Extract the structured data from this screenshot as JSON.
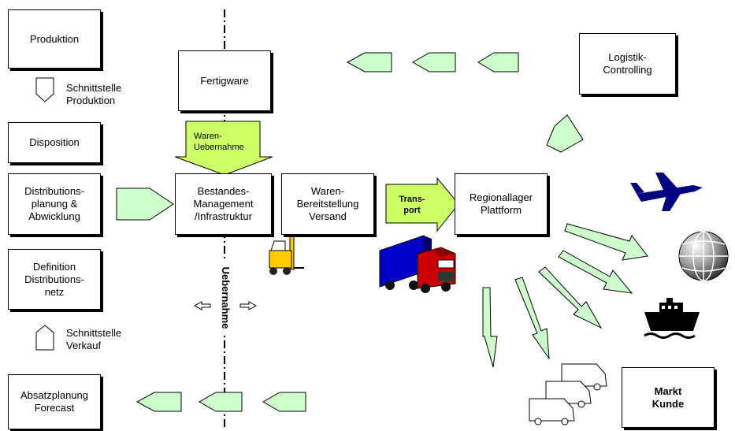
{
  "boxes": {
    "produktion": "Produktion",
    "disposition": "Disposition",
    "distributionsplanung": "Distributions-\nplanung &\nAbwicklung",
    "definition": "Definition\nDistributions-\nnetz",
    "absatzplanung": "Absatzplanung\nForecast",
    "fertigware": "Fertigware",
    "bestandes": "Bestandes-\nManagement\n/Infrastruktur",
    "waren_bereitstellung": "Waren-\nBereitstellung\nVersand",
    "regionallager": "Regionallager\nPlattform",
    "logistik": "Logistik-\nControlling",
    "markt": "Markt\nKunde"
  },
  "labels": {
    "schnittstelle_produktion": "Schnittstelle\nProduktion",
    "schnittstelle_verkauf": "Schnittstelle\nVerkauf",
    "waren_uebernahme": "Waren-\nUebernahme",
    "transport": "Trans-\nport",
    "uebernahme": "Uebernahme"
  },
  "colors": {
    "arrow_fill": "#ccffcc",
    "big_arrow_fill": "#ccff66",
    "truck_cab": "#cc0000",
    "truck_trailer": "#0000cc",
    "airplane": "#000080",
    "forklift": "#ffcc00"
  },
  "icons": [
    "airplane-icon",
    "globe-icon",
    "ship-icon",
    "truck-icon",
    "forklift-icon",
    "delivery-vans-icon"
  ]
}
